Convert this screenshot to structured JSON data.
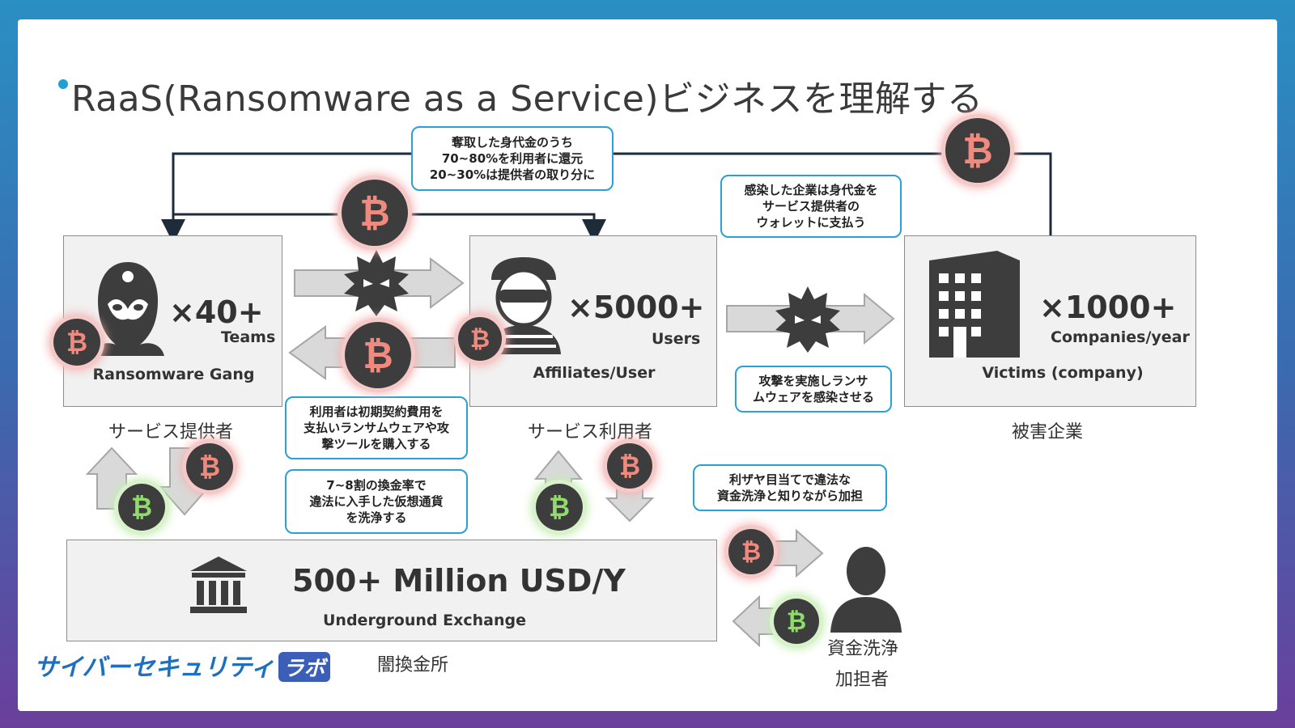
{
  "title": "RaaS(Ransomware as a Service)ビジネスを理解する",
  "bubbles": {
    "top": "奪取した身代金のうち\n70~80%を利用者に還元\n20~30%は提供者の取り分に",
    "pay": "感染した企業は身代金を\nサービス提供者の\nウォレットに支払う",
    "purchase": "利用者は初期契約費用を\n支払いランサムウェアや攻\n撃ツールを購入する",
    "infect": "攻撃を実施しランサ\nムウェアを感染させる",
    "launder": "7~8割の換金率で\n違法に入手した仮想通貨\nを洗浄する",
    "complicit": "利ザヤ目当てで違法な\n資金洗浄と知りながら加担"
  },
  "gang": {
    "count": "×40+",
    "unit": "Teams",
    "label": "Ransomware Gang",
    "jp": "サービス提供者"
  },
  "affiliates": {
    "count": "×5000+",
    "unit": "Users",
    "label": "Affiliates/User",
    "jp": "サービス利用者"
  },
  "victims": {
    "count": "×1000+",
    "unit": "Companies/year",
    "label": "Victims (company)",
    "jp": "被害企業"
  },
  "exchange": {
    "amount": "500+ Million USD/Y",
    "label": "Underground Exchange",
    "jp": "闇換金所"
  },
  "launderer": {
    "jp_line1": "資金洗浄",
    "jp_line2": "加担者"
  },
  "logo": {
    "text": "サイバーセキュリティ",
    "badge": "ラボ"
  },
  "btc_symbol": "₿",
  "colors": {
    "accent": "#29a0d6",
    "btc_red": "#f08a7e",
    "btc_green": "#8fdc6c",
    "dark": "#3d3d3d"
  }
}
